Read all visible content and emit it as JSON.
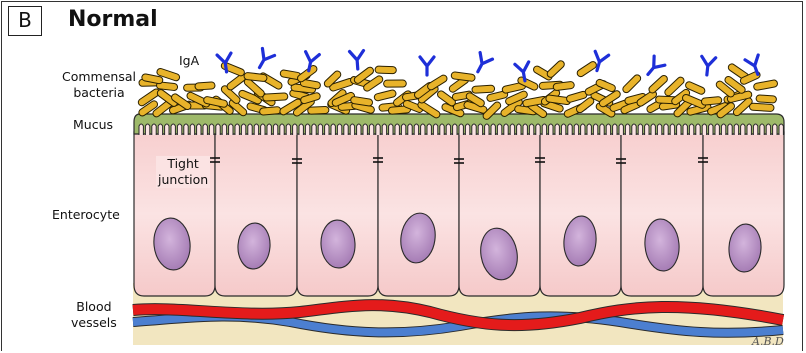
{
  "panel": {
    "letter": "B",
    "title": "Normal"
  },
  "labels": {
    "iga": "IgA",
    "commensal_line1": "Commensal",
    "commensal_line2": "bacteria",
    "mucus": "Mucus",
    "tight_line1": "Tight",
    "tight_line2": "junction",
    "enterocyte": "Enterocyte",
    "blood_line1": "Blood",
    "blood_line2": "vessels"
  },
  "artist_signature": "A.B.D",
  "colors": {
    "bacteria": "#E8B32A",
    "bacteria_outline": "#2a2000",
    "iga": "#1E2FD8",
    "mucus": "#9EB96A",
    "cell_fill": "#F9DCDC",
    "cell_edge": "#F2B8B8",
    "nucleus": "#B68BC2",
    "lamina": "#F2E6C0",
    "artery": "#E41B1B",
    "vein": "#4C7FD0"
  }
}
